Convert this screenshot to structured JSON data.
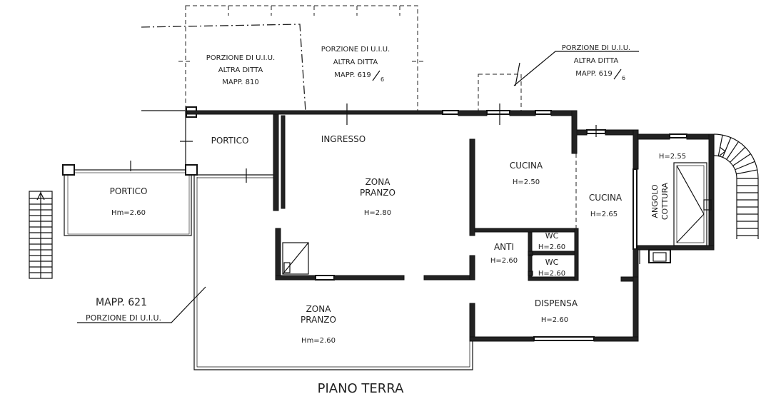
{
  "title": "PIANO TERRA",
  "mapp621": {
    "line1": "MAPP. 621",
    "line2": "PORZIONE DI U.I.U."
  },
  "other_units": [
    {
      "line1": "PORZIONE DI U.I.U.",
      "line2": "ALTRA DITTA",
      "line3": "MAPP. 810"
    },
    {
      "line1": "PORZIONE DI U.I.U.",
      "line2": "ALTRA DITTA",
      "line3": "MAPP. 619",
      "fraction": "6"
    },
    {
      "line1": "PORZIONE DI U.I.U.",
      "line2": "ALTRA DITTA",
      "line3": "MAPP. 619",
      "fraction": "6"
    }
  ],
  "rooms": {
    "portico_top": {
      "name": "PORTICO"
    },
    "portico_left": {
      "name": "PORTICO",
      "height": "Hm=2.60"
    },
    "ingresso": {
      "name": "INGRESSO"
    },
    "zona_pranzo_top": {
      "name1": "ZONA",
      "name2": "PRANZO",
      "height": "H=2.80"
    },
    "cucina_1": {
      "name": "CUCINA",
      "height": "H=2.50"
    },
    "cucina_2": {
      "name": "CUCINA",
      "height": "H=2.65"
    },
    "angolo_cottura": {
      "name1": "ANGOLO",
      "name2": "COTTURA",
      "height": "H=2.55"
    },
    "anti": {
      "name": "ANTI",
      "height": "H=2.60"
    },
    "wc_1": {
      "name": "WC",
      "height": "H=2.60"
    },
    "wc_2": {
      "name": "WC",
      "height": "H=2.60"
    },
    "dispensa": {
      "name": "DISPENSA",
      "height": "H=2.60"
    },
    "zona_pranzo_bottom": {
      "name1": "ZONA",
      "name2": "PRANZO",
      "height": "Hm=2.60"
    }
  }
}
